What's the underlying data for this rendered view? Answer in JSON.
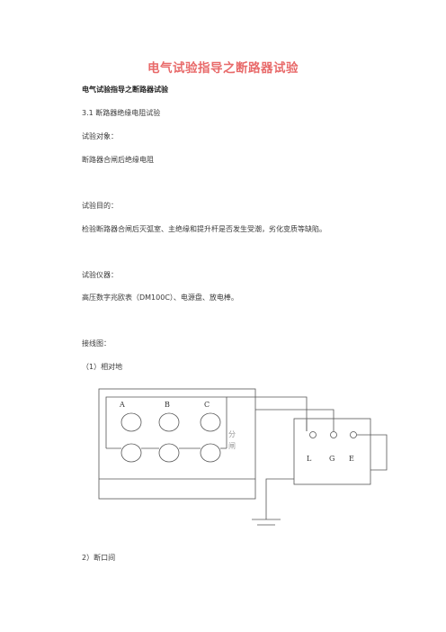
{
  "doc": {
    "title": "电气试验指导之断路器试验",
    "subtitle": "电气试验指导之断路器试验",
    "section": "3.1 断路器绝缘电阻试验",
    "object_label": "试验对象：",
    "object_text": "断路器合闸后绝缘电阻",
    "purpose_label": "试验目的：",
    "purpose_text": "检验断路器合闸后灭弧室、主绝缘和提升杆是否发生受潮，劣化变质等缺陷。",
    "instrument_label": "试验仪器：",
    "instrument_text": "高压数字兆欧表（DM100C）、电源盘、放电棒。",
    "wiring_label": "接线图：",
    "case1": "（1）相对地",
    "case2": "2）断口间"
  },
  "diagram": {
    "phase_a": "A",
    "phase_b": "B",
    "phase_c": "C",
    "state_1": "分",
    "state_2": "闸",
    "term_l": "L",
    "term_g": "G",
    "term_e": "E"
  }
}
